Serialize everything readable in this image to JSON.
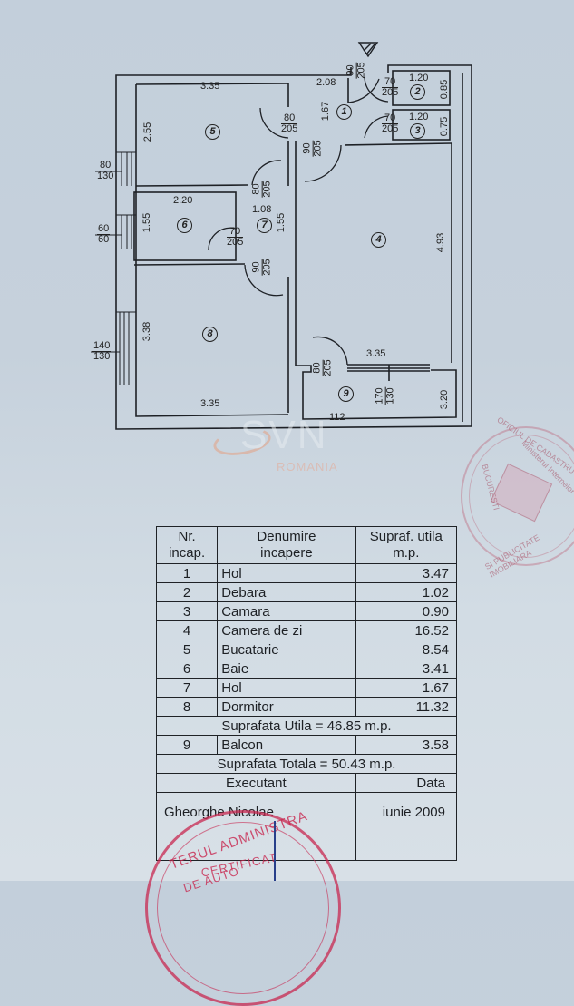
{
  "floor_plan": {
    "north_marker": "north-arrow",
    "rooms": [
      {
        "id": "1",
        "label": "1"
      },
      {
        "id": "2",
        "label": "2"
      },
      {
        "id": "3",
        "label": "3"
      },
      {
        "id": "4",
        "label": "4"
      },
      {
        "id": "5",
        "label": "5"
      },
      {
        "id": "6",
        "label": "6"
      },
      {
        "id": "7",
        "label": "7"
      },
      {
        "id": "8",
        "label": "8"
      },
      {
        "id": "9",
        "label": "9"
      }
    ],
    "dimensions": {
      "kitchen_width": "3.35",
      "kitchen_depth": "2.55",
      "hall1_width": "2.08",
      "hall1_depth": "1.67",
      "storage_width": "1.20",
      "storage_depth": "0.85",
      "pantry_width": "1.20",
      "pantry_depth": "0.75",
      "bath_width": "2.20",
      "bath_depth": "1.55",
      "hall2_width": "1.08",
      "hall2_depth": "1.55",
      "living_depth": "4.93",
      "living_width": "3.35",
      "bedroom_depth": "3.38",
      "bedroom_width": "3.35",
      "balcony_width": "112",
      "balcony_depth": "3.20"
    },
    "openings": [
      {
        "num": "90",
        "den": "205"
      },
      {
        "num": "70",
        "den": "205"
      },
      {
        "num": "70",
        "den": "205"
      },
      {
        "num": "80",
        "den": "205"
      },
      {
        "num": "90",
        "den": "205"
      },
      {
        "num": "80",
        "den": "205"
      },
      {
        "num": "70",
        "den": "205"
      },
      {
        "num": "90",
        "den": "205"
      },
      {
        "num": "80",
        "den": "205"
      },
      {
        "num": "170",
        "den": "130"
      },
      {
        "num": "80",
        "den": "130"
      },
      {
        "num": "60",
        "den": "60"
      },
      {
        "num": "140",
        "den": "130"
      }
    ]
  },
  "watermark": {
    "logo": "SVN",
    "sub": "ROMANIA"
  },
  "table": {
    "headers": {
      "nr": [
        "Nr.",
        "incap."
      ],
      "name": [
        "Denumire",
        "incapere"
      ],
      "area": [
        "Supraf. utila",
        "m.p."
      ]
    },
    "rows": [
      {
        "nr": "1",
        "name": "Hol",
        "area": "3.47"
      },
      {
        "nr": "2",
        "name": "Debara",
        "area": "1.02"
      },
      {
        "nr": "3",
        "name": "Camara",
        "area": "0.90"
      },
      {
        "nr": "4",
        "name": "Camera de zi",
        "area": "16.52"
      },
      {
        "nr": "5",
        "name": "Bucatarie",
        "area": "8.54"
      },
      {
        "nr": "6",
        "name": "Baie",
        "area": "3.41"
      },
      {
        "nr": "7",
        "name": "Hol",
        "area": "1.67"
      },
      {
        "nr": "8",
        "name": "Dormitor",
        "area": "11.32"
      }
    ],
    "useful_total": "Suprafata Utila = 46.85 m.p.",
    "balcony_row": {
      "nr": "9",
      "name": "Balcon",
      "area": "3.58"
    },
    "grand_total": "Suprafata Totala = 50.43 m.p.",
    "executant_label": "Executant",
    "date_label": "Data",
    "executant_name": "Gheorghe Nicolae",
    "date_value": "iunie 2009"
  },
  "stamps": {
    "right_text_top": "OFICIUL DE CADASTRU",
    "right_text_mid": "Ministerul Internelor",
    "right_text_side": "BUCURESTI",
    "right_text_bottom": "SI PUBLICITATE IMOBILIARA",
    "bottom_text_outer": "TERUL ADMINISTRA",
    "bottom_text_inner": "CERTIFICAT",
    "bottom_text_inner2": "DE AUTO"
  }
}
